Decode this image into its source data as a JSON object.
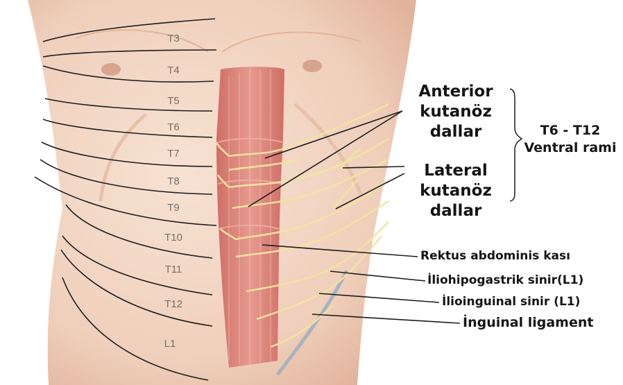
{
  "dermatomes": [
    "T3",
    "T4",
    "T5",
    "T6",
    "T7",
    "T8",
    "T9",
    "T10",
    "T11",
    "T12",
    "L1"
  ],
  "labels": {
    "anterior": [
      "Anterior",
      "kutanöz",
      "dallar"
    ],
    "lateral": [
      "Lateral",
      "kutanöz",
      "dallar"
    ],
    "ventral_title": "T6 - T12",
    "ventral_sub": "Ventral rami",
    "rektus": "Rektus abdominis kası",
    "iliohipogastrik": "İliohipogastrik sinir(L1)",
    "ilioinguinal": "İlioinguinal sinir (L1)",
    "inguinal_ligament": "İnguinal ligament"
  },
  "colors": {
    "skin": "#f2d6c4",
    "skin_shadow": "#e3b9a2",
    "muscle": "#d97e74",
    "nerve": "#f3e3a0",
    "ligament": "#a8b3c2",
    "line": "#1c1c1c"
  }
}
